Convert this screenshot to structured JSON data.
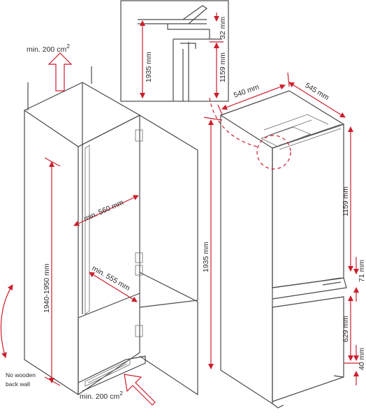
{
  "labels": {
    "vent_top": "min. 200 cm",
    "vent_top_sup": "2",
    "vent_bottom": "min. 200 cm",
    "vent_bottom_sup": "2",
    "niche_height": "1940-1950 mm",
    "niche_width": "min. 560 mm",
    "niche_depth": "min. 555 mm",
    "back_wall_line1": "No wooden",
    "back_wall_line2": "back wall",
    "width": "540 mm",
    "depth": "545 mm",
    "total_height": "1935 mm",
    "upper_door": "1159 mm",
    "gap": "71 mm",
    "lower_door": "629 mm",
    "bottom_gap": "40 mm",
    "detail_height": "1935 mm",
    "detail_upper": "1159 mm",
    "detail_gap": "32 mm"
  },
  "colors": {
    "dimension": "#cc1f2e",
    "outline": "#4a4a4a"
  }
}
